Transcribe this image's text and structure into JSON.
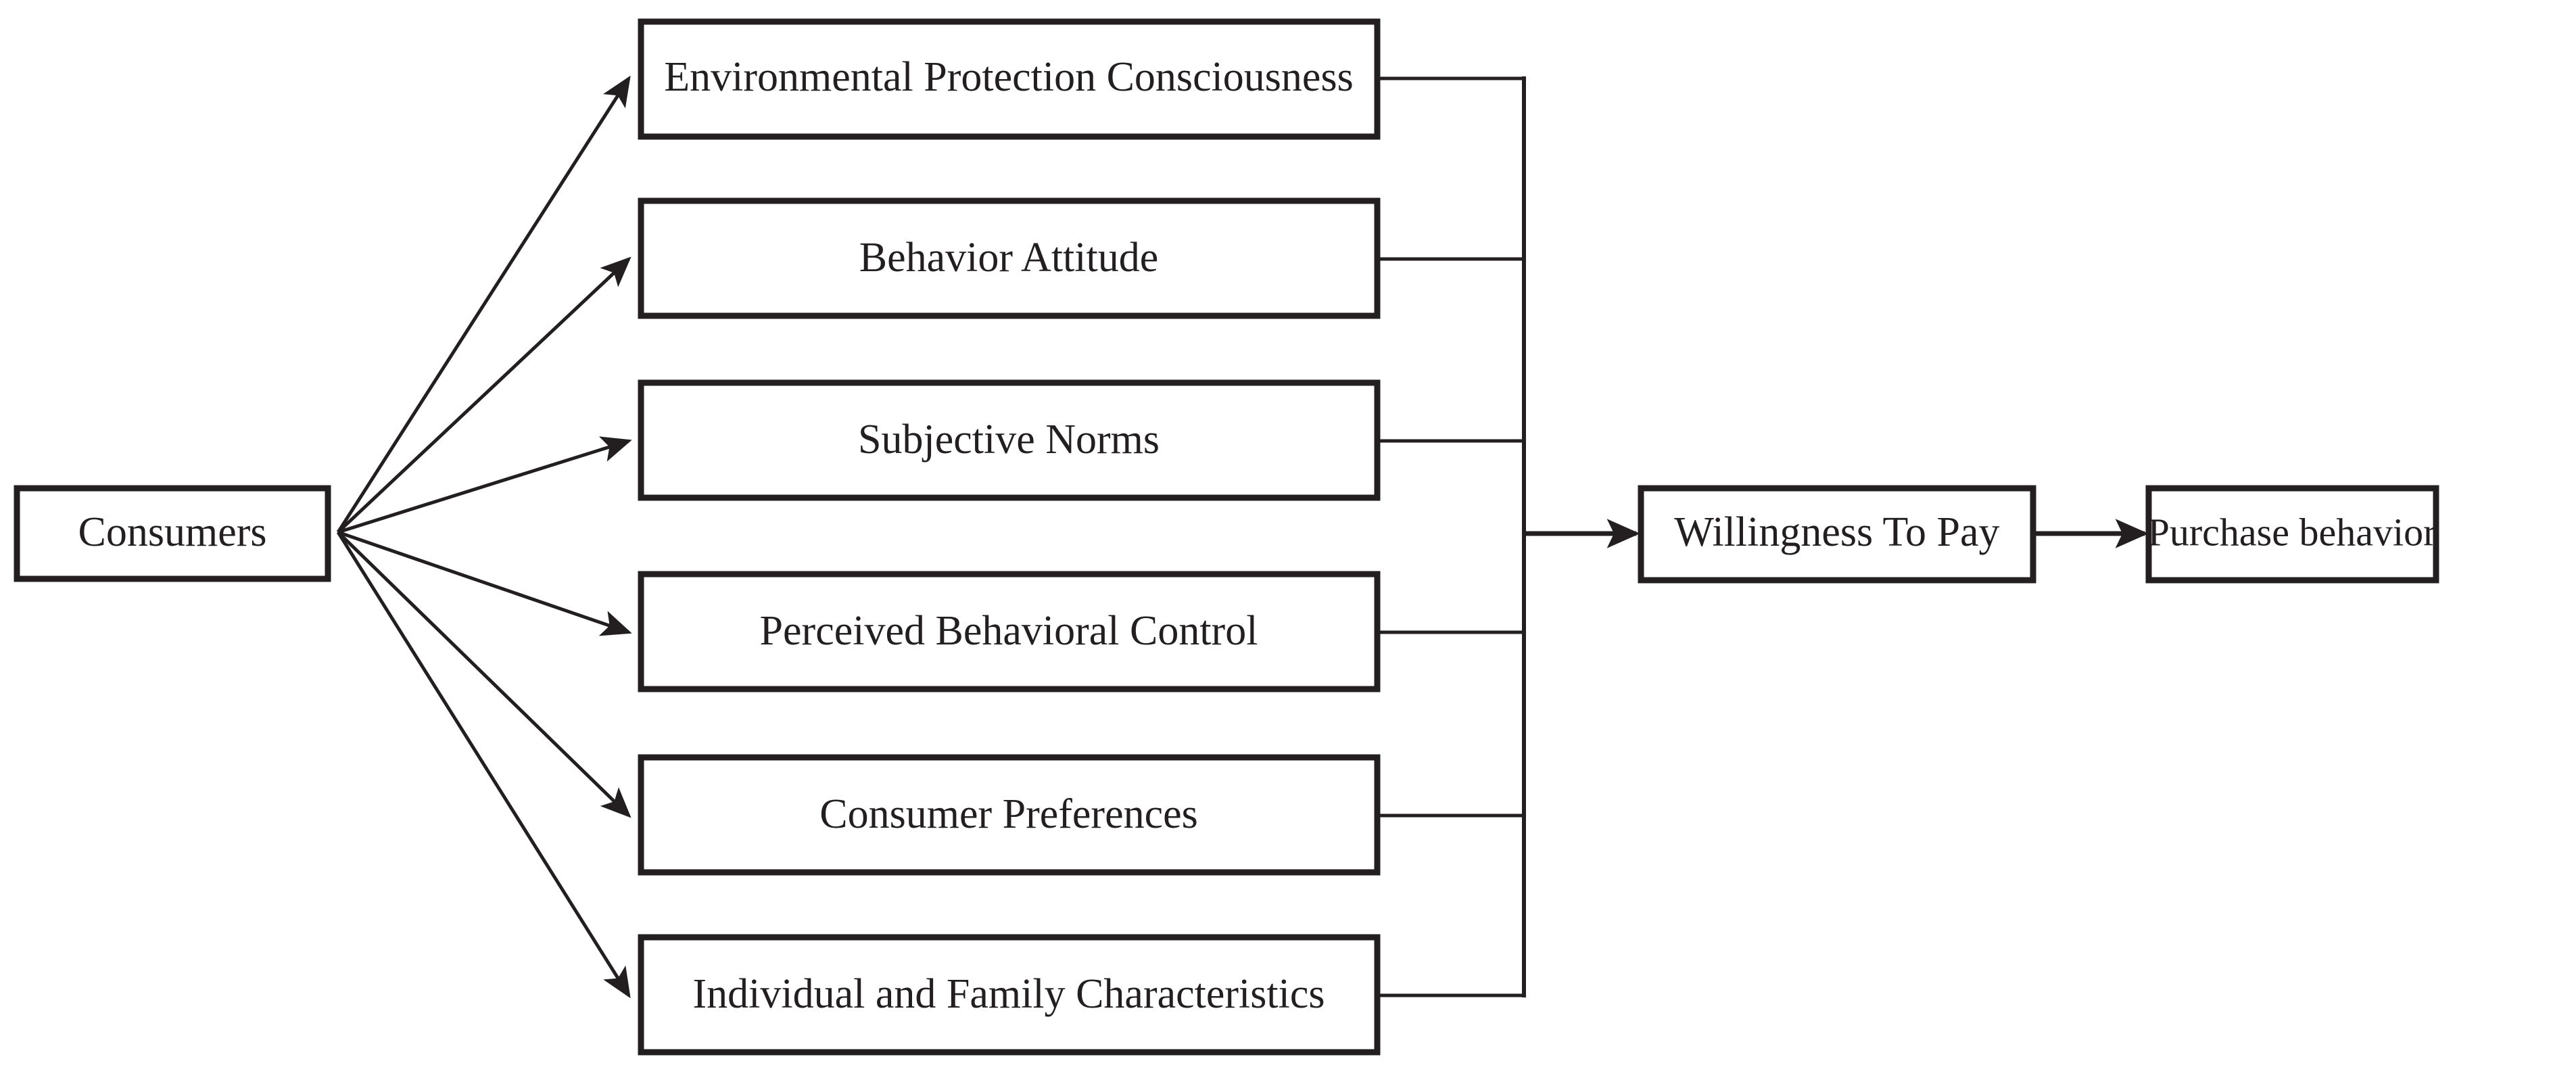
{
  "diagram": {
    "title": "Consumer willingness to pay and purchase behavior framework",
    "colors": {
      "stroke": "#231f20",
      "background": "#ffffff",
      "text": "#231f20"
    },
    "source_node": {
      "id": "consumers",
      "label": "Consumers"
    },
    "factor_nodes": [
      {
        "id": "environmental-protection-consciousness",
        "label": "Environmental Protection Consciousness"
      },
      {
        "id": "behavior-attitude",
        "label": "Behavior Attitude"
      },
      {
        "id": "subjective-norms",
        "label": "Subjective Norms"
      },
      {
        "id": "perceived-behavioral-control",
        "label": "Perceived Behavioral Control"
      },
      {
        "id": "consumer-preferences",
        "label": "Consumer Preferences"
      },
      {
        "id": "individual-and-family-characteristics",
        "label": "Individual and Family Characteristics"
      }
    ],
    "outcome_nodes": [
      {
        "id": "willingness-to-pay",
        "label": "Willingness To Pay"
      },
      {
        "id": "purchase-behavior",
        "label": "Purchase behavior"
      }
    ],
    "edges": [
      {
        "from": "consumers",
        "to": "environmental-protection-consciousness",
        "style": "arrow"
      },
      {
        "from": "consumers",
        "to": "behavior-attitude",
        "style": "arrow"
      },
      {
        "from": "consumers",
        "to": "subjective-norms",
        "style": "arrow"
      },
      {
        "from": "consumers",
        "to": "perceived-behavioral-control",
        "style": "arrow"
      },
      {
        "from": "consumers",
        "to": "consumer-preferences",
        "style": "arrow"
      },
      {
        "from": "consumers",
        "to": "individual-and-family-characteristics",
        "style": "arrow"
      },
      {
        "from": "environmental-protection-consciousness",
        "to": "bus",
        "style": "line"
      },
      {
        "from": "behavior-attitude",
        "to": "bus",
        "style": "line"
      },
      {
        "from": "subjective-norms",
        "to": "bus",
        "style": "line"
      },
      {
        "from": "perceived-behavioral-control",
        "to": "bus",
        "style": "line"
      },
      {
        "from": "consumer-preferences",
        "to": "bus",
        "style": "line"
      },
      {
        "from": "individual-and-family-characteristics",
        "to": "bus",
        "style": "line"
      },
      {
        "from": "bus",
        "to": "willingness-to-pay",
        "style": "arrow"
      },
      {
        "from": "willingness-to-pay",
        "to": "purchase-behavior",
        "style": "arrow"
      }
    ]
  }
}
